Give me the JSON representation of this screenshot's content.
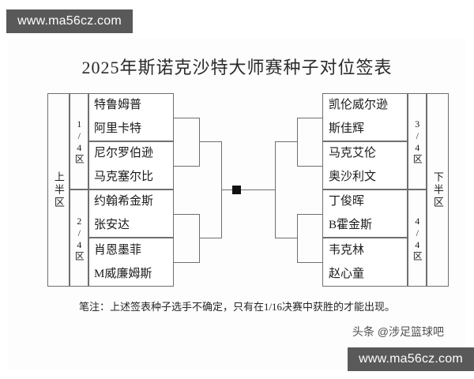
{
  "watermarks": {
    "top": "www.ma56cz.com",
    "bottom": "www.ma56cz.com"
  },
  "title": "2025年斯诺克沙特大师赛种子对位签表",
  "footnote": "笔注：上述签表种子选手不确定，只有在1/16决赛中获胜的才能出现。",
  "credit": "头条 @涉足篮球吧",
  "colors": {
    "watermark_bg": "#595959",
    "watermark_text": "#ffffff",
    "line": "#6f6f6f",
    "text": "#1a1a1a",
    "final_marker": "#111111",
    "paper": "#fdfdfd"
  },
  "bracket": {
    "left": {
      "half_label": "上半区",
      "quarters": [
        {
          "label": "1/4区",
          "matches": [
            {
              "players": [
                "特鲁姆普",
                "阿里卡特"
              ]
            },
            {
              "players": [
                "尼尔罗伯逊",
                "马克塞尔比"
              ]
            }
          ]
        },
        {
          "label": "2/4区",
          "matches": [
            {
              "players": [
                "约翰希金斯",
                "张安达"
              ]
            },
            {
              "players": [
                "肖恩墨菲",
                "M威廉姆斯"
              ]
            }
          ]
        }
      ]
    },
    "right": {
      "half_label": "下半区",
      "quarters": [
        {
          "label": "3/4区",
          "matches": [
            {
              "players": [
                "凯伦威尔逊",
                "斯佳辉"
              ]
            },
            {
              "players": [
                "马克艾伦",
                "奥沙利文"
              ]
            }
          ]
        },
        {
          "label": "4/4区",
          "matches": [
            {
              "players": [
                "丁俊晖",
                "B霍金斯"
              ]
            },
            {
              "players": [
                "韦克林",
                "赵心童"
              ]
            }
          ]
        }
      ]
    },
    "final_marker": "■"
  }
}
